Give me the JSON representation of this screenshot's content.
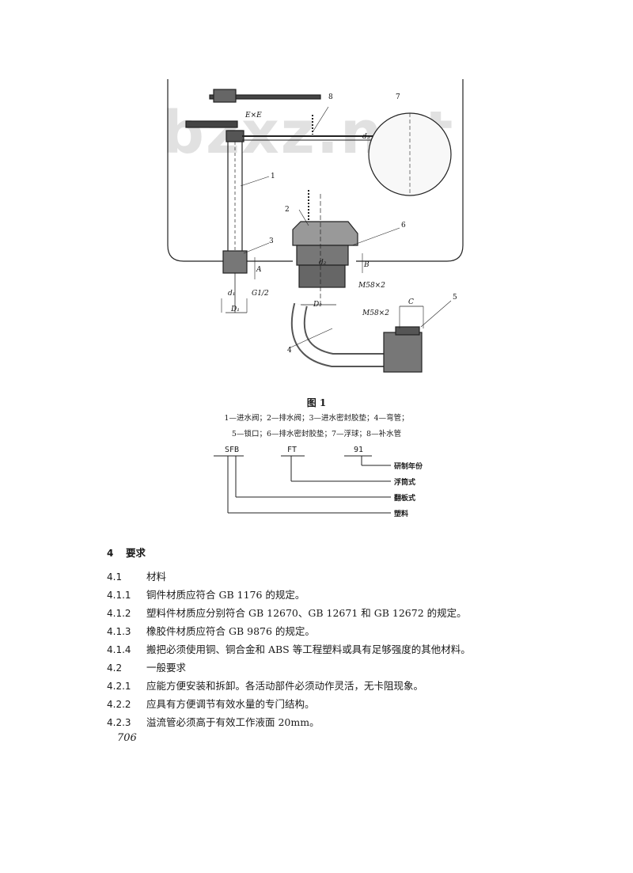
{
  "watermark": "bzxz.net",
  "figure": {
    "title": "图 1",
    "caption_line1": "1—进水阀；2—排水阀；3—进水密封胶垫；4—弯管；",
    "caption_line2": "5—锁口；6—排水密封胶垫；7—浮球；8—补水管",
    "labels": {
      "n1": "1",
      "n2": "2",
      "n3": "3",
      "n4": "4",
      "n5": "5",
      "n6": "6",
      "n7": "7",
      "n8": "8",
      "exe": "E×E",
      "d3": "d₃",
      "d1": "d₁",
      "D1": "D₁",
      "d2": "d₂",
      "D2": "D₂",
      "A": "A",
      "B": "B",
      "C": "C",
      "g12": "G1/2",
      "m58a": "M58×2",
      "m58b": "M58×2"
    }
  },
  "code_diagram": {
    "parts": [
      "SFB",
      "FT",
      "91"
    ],
    "descriptions": [
      "研制年份",
      "浮筒式",
      "翻板式",
      "塑料"
    ]
  },
  "section": {
    "number": "4",
    "title": "要求",
    "items": [
      {
        "num": "4.1",
        "text": "材料"
      },
      {
        "num": "4.1.1",
        "text": "铜件材质应符合 GB 1176 的规定。"
      },
      {
        "num": "4.1.2",
        "text": "塑料件材质应分别符合 GB 12670、GB 12671 和 GB 12672 的规定。"
      },
      {
        "num": "4.1.3",
        "text": "橡胶件材质应符合 GB 9876 的规定。"
      },
      {
        "num": "4.1.4",
        "text": "搬把必须使用铜、铜合金和 ABS 等工程塑料或具有足够强度的其他材料。"
      },
      {
        "num": "4.2",
        "text": "一般要求"
      },
      {
        "num": "4.2.1",
        "text": "应能方便安装和拆卸。各活动部件必须动作灵活，无卡阻现象。"
      },
      {
        "num": "4.2.2",
        "text": "应具有方便调节有效水量的专门结构。"
      },
      {
        "num": "4.2.3",
        "text": "溢流管必须高于有效工作液面 20mm。"
      }
    ]
  },
  "page_number": "706"
}
